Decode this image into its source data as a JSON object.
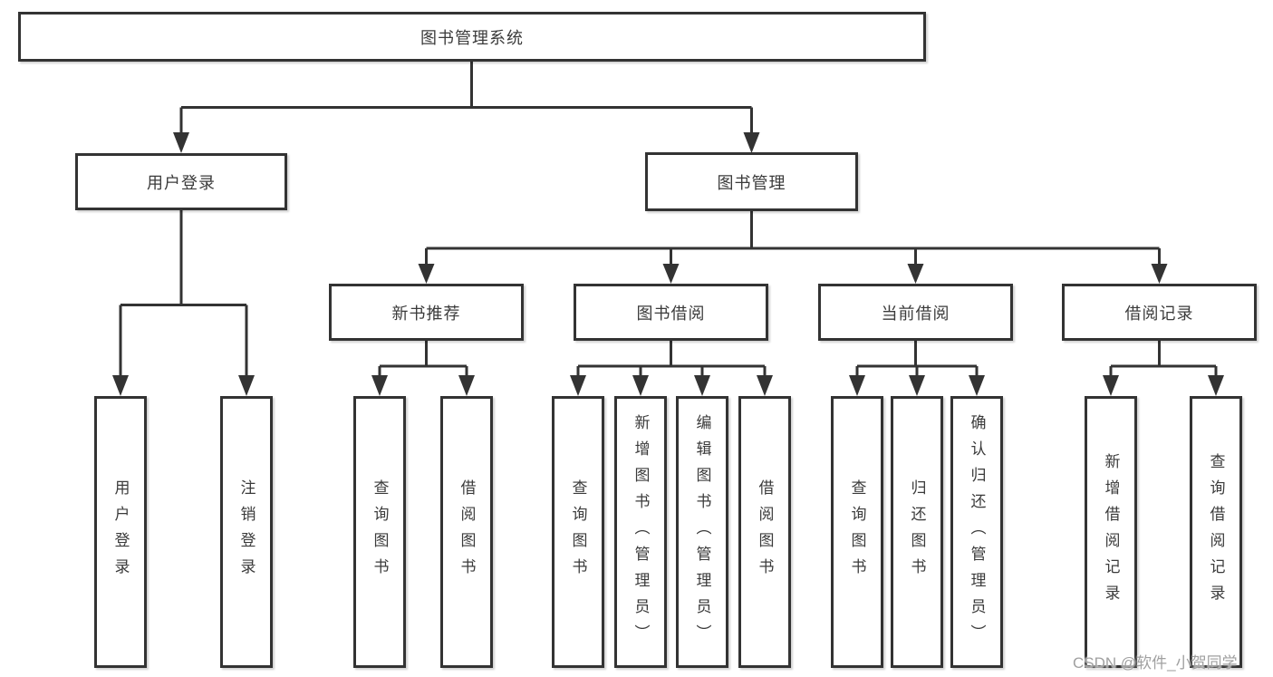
{
  "nodes": {
    "root": "图书管理系统",
    "level2": [
      "用户登录",
      "图书管理"
    ],
    "level3": [
      "新书推荐",
      "图书借阅",
      "当前借阅",
      "借阅记录"
    ],
    "leaves": {
      "user_login": [
        "用户登录",
        "注销登录"
      ],
      "new_book": [
        "查询图书",
        "借阅图书"
      ],
      "book_borrow": [
        "查询图书",
        "新增图书（管理员）",
        "编辑图书（管理员）",
        "借阅图书"
      ],
      "current_borrow": [
        "查询图书",
        "归还图书",
        "确认归还（管理员）"
      ],
      "borrow_record": [
        "新增借阅记录",
        "查询借阅记录"
      ]
    }
  },
  "watermark": "CSDN @软件_小贺同学",
  "colors": {
    "line": "#333333",
    "box-border": "#333333",
    "text": "#3b3b3b",
    "watermark": "#a0a0a0",
    "background": "#ffffff"
  }
}
